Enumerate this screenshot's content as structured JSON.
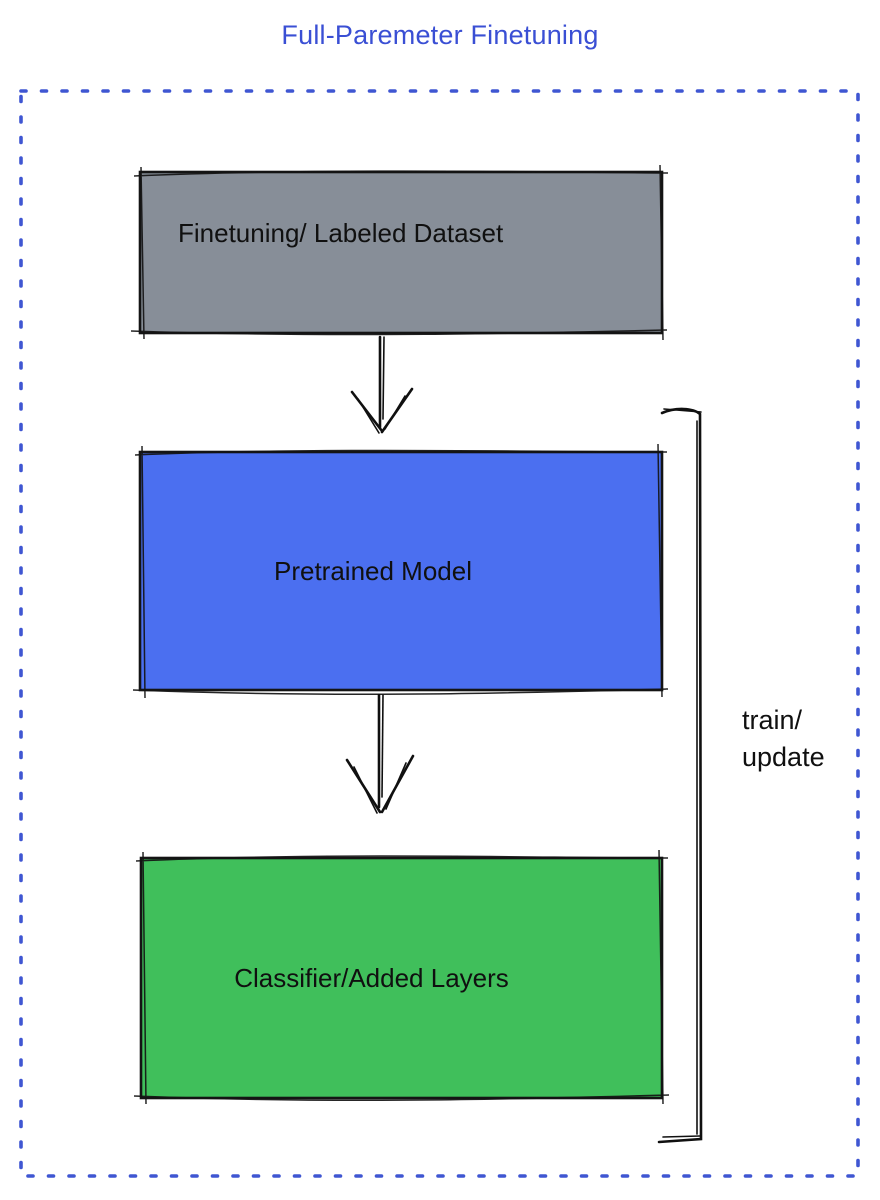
{
  "title": "Full-Paremeter Finetuning",
  "colors": {
    "title_text": "#3a4fd4",
    "dotted_border": "#3f56d2",
    "dataset_fill": "#878e98",
    "pretrained_fill": "#4b6ff0",
    "classifier_fill": "#40bf5b",
    "stroke": "#141414"
  },
  "nodes": {
    "dataset": {
      "label": "Finetuning/ Labeled Dataset"
    },
    "pretrained": {
      "label": "Pretrained Model"
    },
    "classifier": {
      "label": "Classifier/Added Layers"
    }
  },
  "annotations": {
    "bracket_label": "train/\nupdate"
  }
}
